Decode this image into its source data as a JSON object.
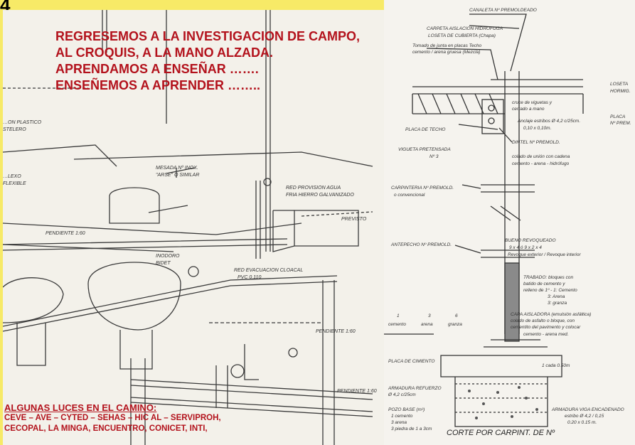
{
  "slide": {
    "number": "4"
  },
  "headline": {
    "lines": [
      "REGRESEMOS A LA INVESTIGACION DE CAMPO,",
      "AL CROQUIS, A LA MANO ALZADA.",
      "APRENDAMOS A ENSEÑAR …….",
      "ENSEÑEMOS A APRENDER …….."
    ]
  },
  "luces": {
    "title": "ALGUNAS LUCES EN EL CAMINO:",
    "lines": [
      "CEVE – AVE – CYTED – SEHAS – HIC AL – SERVIPROH,",
      "CECOPAL, LA MINGA, ENCUENTRO, CONICET, INTI,"
    ]
  },
  "sketch_labels": {
    "left": {
      "tubo_plastico": "…ON PLASTICO",
      "tubo_plastico_2": "STELERO",
      "flexible": "…LEXO",
      "flexible_2": "FLEXIBLE",
      "mesada": "MESADA Nº INOX.",
      "mesada_2": "\"ARSE\" O SIMILAR",
      "red_agua": "RED PROVISION AGUA",
      "red_agua_2": "FRIA HIERRO GALVANIZADO",
      "previsto": "PREVISTO",
      "mingitorio": "INODORO",
      "mingitorio_2": "BIDET",
      "red_cloacal": "RED EVACUACION CLOACAL",
      "red_cloacal_2": "PVC 0,110",
      "pendiente": "PENDIENTE 1:60",
      "pendiente_2": "PENDIENTE 1:60",
      "pendiente_top": "PENDIENTE 1:60"
    },
    "right": {
      "canaleta": "CANALETA Nº PREMOLDEADO",
      "carpeta": "CARPETA AISLACION HIDROFUGA",
      "losa": "LOSETA DE CUBIERTA (Chapa)",
      "tomado": "Tomado de junta en placas Techo",
      "tomado_2": "cemento / arena gruesa (Mezcla)",
      "viguetas_sup": "LOSETA",
      "viguetas_sup_2": "HORMIG.",
      "cruce": "cruce de viguetas y",
      "cruce_2": "cerrado a mano",
      "anclaje": "Anclaje estribos Ø 4,2 c/25cm.",
      "anclaje_2": "0,10 x 0,10m.",
      "placa_techo": "PLACA DE TECHO",
      "placa_2": "PLACA",
      "placa_3": "Nº PREM.",
      "dintel": "DINTEL Nº PREMOLD.",
      "vigueta": "VIGUETA PRETENSADA",
      "vigueta_2": "Nº 3",
      "colado": "colado de unión con cadena",
      "colado_2": "cemento - arena - hidrófugo",
      "carpinteria": "CARPINTERIA Nº PREMOLD.",
      "carpinteria_2": "o convencional",
      "antepecho": "ANTEPECHO Nº PREMOLD.",
      "bueno": "BUENO REVOQUEADO",
      "bueno_2": "9 x 4   ó  9 x 2 x 4",
      "bueno_3": "Revoque exterior / Revoque interior",
      "trabado": "TRABADO: bloques con",
      "trabado_2": "batido de cemento y",
      "trabado_3": "relleno de 1º - 1: Cemento",
      "trabado_4": "3: Arena",
      "trabado_5": "3: granza",
      "dosif_1": "1",
      "dosif_2": "3",
      "dosif_3": "6",
      "dosif_4": "cemento",
      "dosif_5": "arena",
      "dosif_6": "granza",
      "capa": "CAPA AISLADORA (emulsión asfáltica)",
      "capa_2": "colado de asfalto o bloque, con",
      "capa_3": "cementito del pavimento y colocar",
      "capa_4": "cemento - arena med.",
      "placa_cimiento": "PLACA DE CIMIENTO",
      "armadura": "ARMADURA REFUERZO",
      "armadura_2": "Ø 4,2 c/25cm",
      "pozo": "POZO BASE (m³)",
      "pozo_2": "1 cemento",
      "pozo_3": "3 arena",
      "pozo_4": "3 piedra de 1 a 3cm",
      "armadura_viga": "ARMADURA VIGA ENCADENADO",
      "armadura_viga_2": "estribo Ø 4,2 / 0,15",
      "armadura_viga_3": "0.20 x 0.15 m.",
      "corte": "CORTE POR CARPINT. DE Nº",
      "cota": "1 cada 0.50m"
    }
  }
}
